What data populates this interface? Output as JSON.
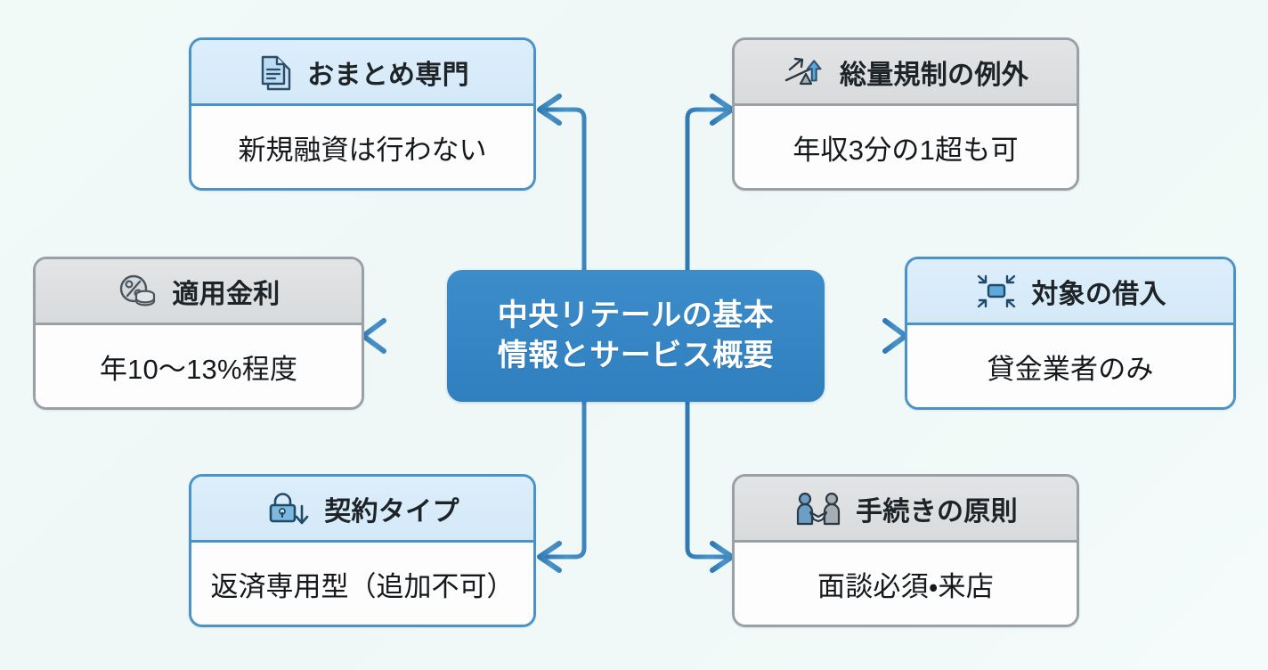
{
  "center": {
    "name": "central-topic",
    "lines": [
      "中央リテールの基本",
      "情報とサービス概要"
    ],
    "color": "#3585c4",
    "text_color": "#ffffff"
  },
  "theme": {
    "background": "#f0f8f7",
    "blue_border": "#4a93c8",
    "blue_header": "#d6eaf8",
    "gray_border": "#9aa1a6",
    "gray_header": "#dcdee0",
    "connector": "#3d85bd",
    "body_background": "#fdfdfd",
    "title_text": "#1d2327",
    "body_text": "#15191c"
  },
  "cards": [
    {
      "id": "card-omatome",
      "position": "top-left",
      "style": "blue",
      "icon": "document-icon",
      "title": "おまとめ専門",
      "text": "新規融資は行わない"
    },
    {
      "id": "card-soryo",
      "position": "top-right",
      "style": "gray",
      "icon": "lever-up-arrow-icon",
      "title": "総量規制の例外",
      "text": "年収3分の1超も可"
    },
    {
      "id": "card-kinri",
      "position": "middle-left",
      "style": "gray",
      "icon": "percent-coin-icon",
      "title": "適用金利",
      "text": "年10〜13%程度"
    },
    {
      "id": "card-taisho",
      "position": "middle-right",
      "style": "blue",
      "icon": "consolidate-arrows-icon",
      "title": "対象の借入",
      "text": "貸金業者のみ"
    },
    {
      "id": "card-keiyaku",
      "position": "bottom-left",
      "style": "blue",
      "icon": "lock-down-arrow-icon",
      "title": "契約タイプ",
      "text": "返済専用型（追加不可）"
    },
    {
      "id": "card-tetsuzuki",
      "position": "bottom-right",
      "style": "gray",
      "icon": "handshake-icon",
      "title": "手続きの原則",
      "text": "面談必須・来店"
    }
  ],
  "connectors": [
    {
      "name": "connector-center-to-omatome",
      "from": "central-topic",
      "to": "card-omatome",
      "direction": "up-left"
    },
    {
      "name": "connector-center-to-soryo",
      "from": "central-topic",
      "to": "card-soryo",
      "direction": "up-right"
    },
    {
      "name": "connector-center-to-kinri",
      "from": "central-topic",
      "to": "card-kinri",
      "direction": "left"
    },
    {
      "name": "connector-center-to-taisho",
      "from": "central-topic",
      "to": "card-taisho",
      "direction": "right"
    },
    {
      "name": "connector-center-to-keiyaku",
      "from": "central-topic",
      "to": "card-keiyaku",
      "direction": "down-left"
    },
    {
      "name": "connector-center-to-tetsuzuki",
      "from": "central-topic",
      "to": "card-tetsuzuki",
      "direction": "down-right"
    }
  ]
}
